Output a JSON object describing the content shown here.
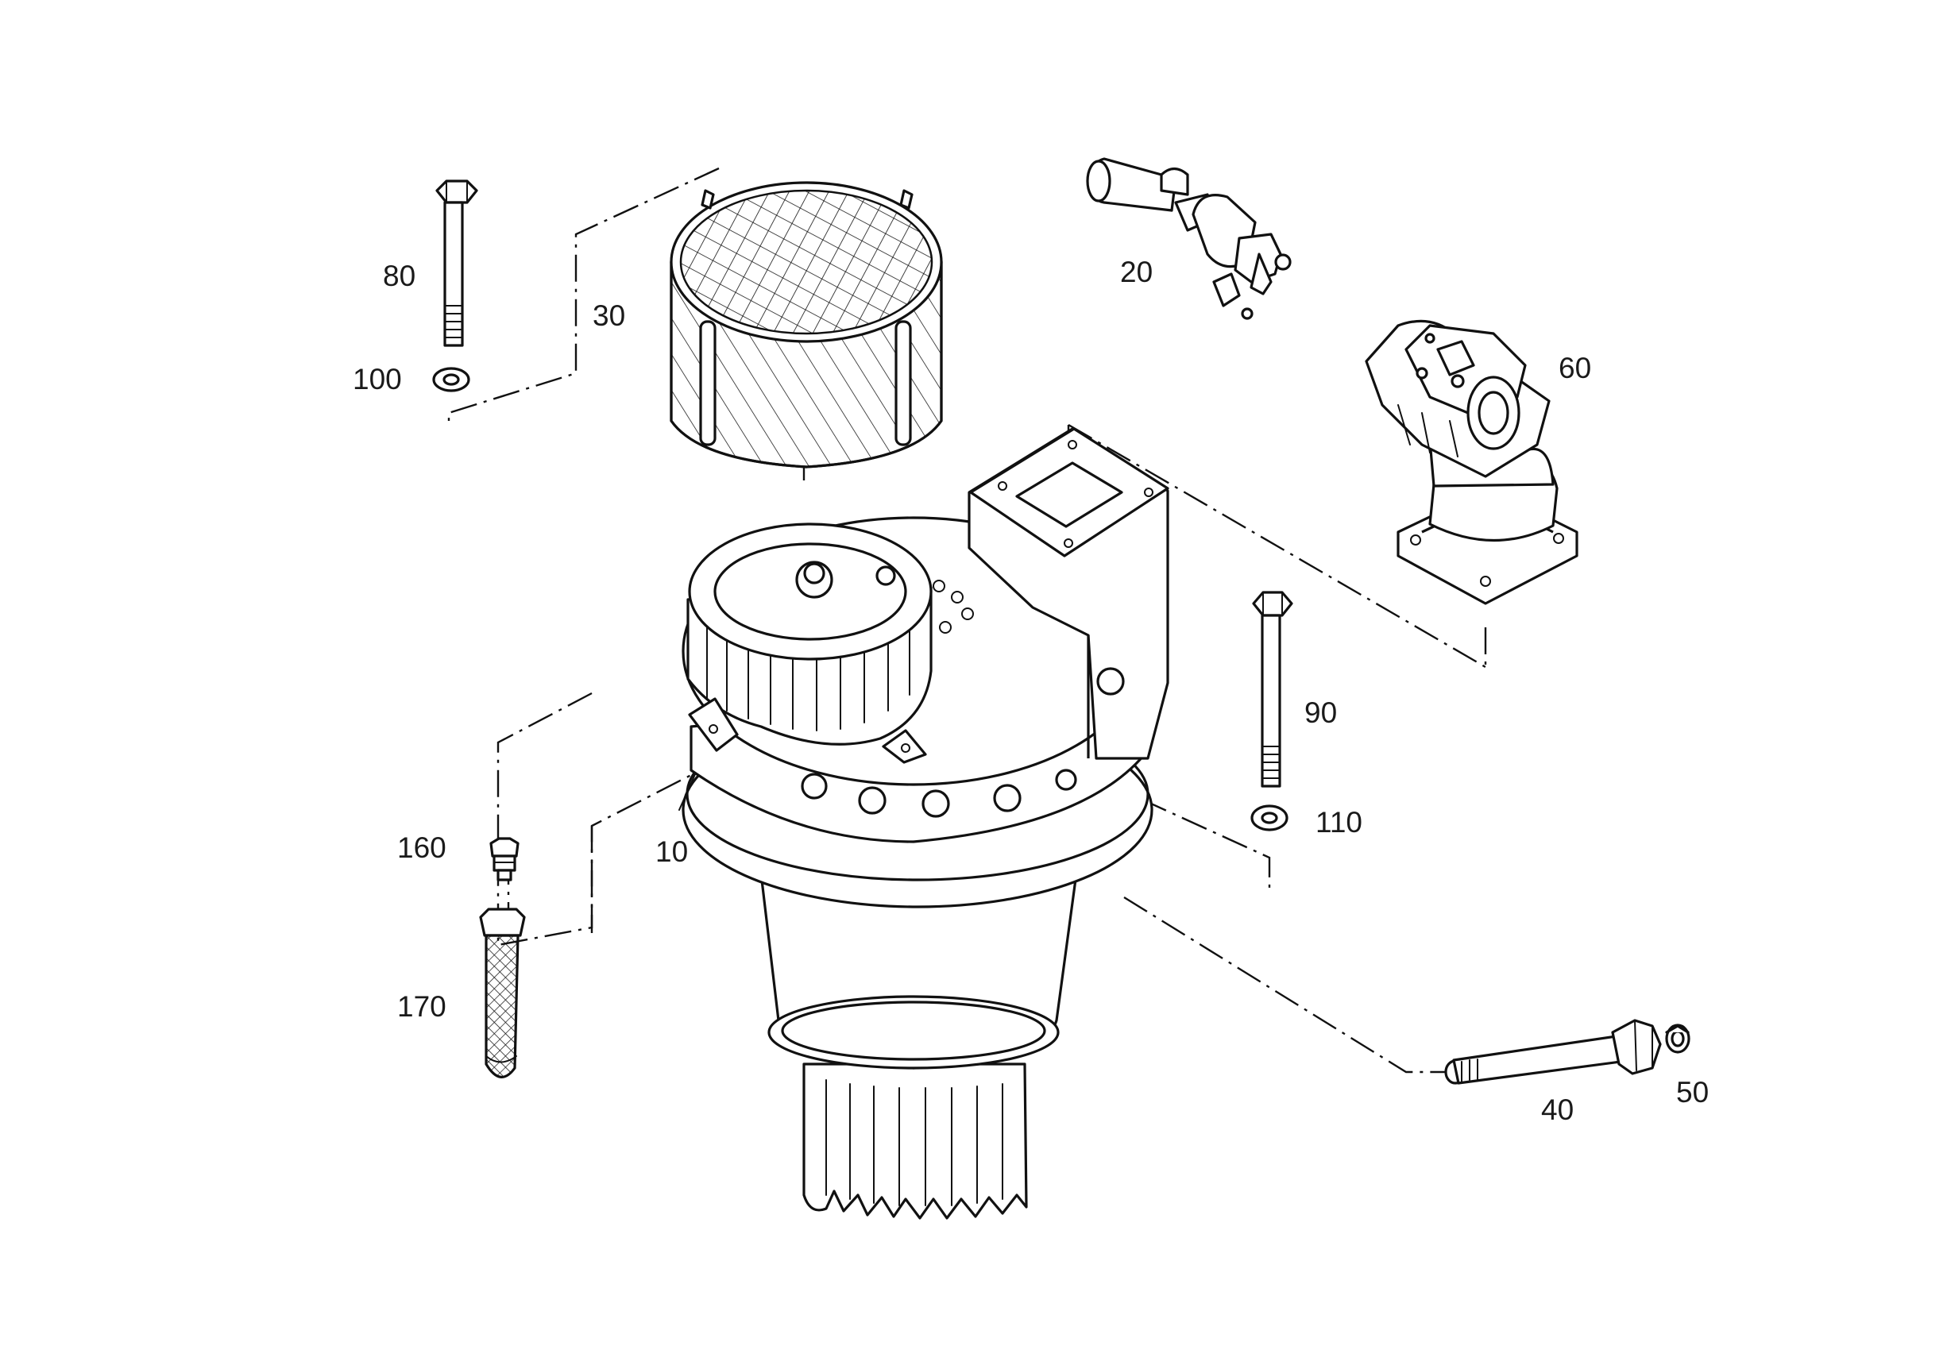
{
  "callouts": {
    "c10": "10",
    "c20": "20",
    "c30": "30",
    "c40": "40",
    "c50": "50",
    "c60": "60",
    "c80": "80",
    "c90": "90",
    "c100": "100",
    "c110": "110",
    "c160": "160",
    "c170": "170"
  },
  "colors": {
    "line": "#111111",
    "background": "#ffffff"
  }
}
